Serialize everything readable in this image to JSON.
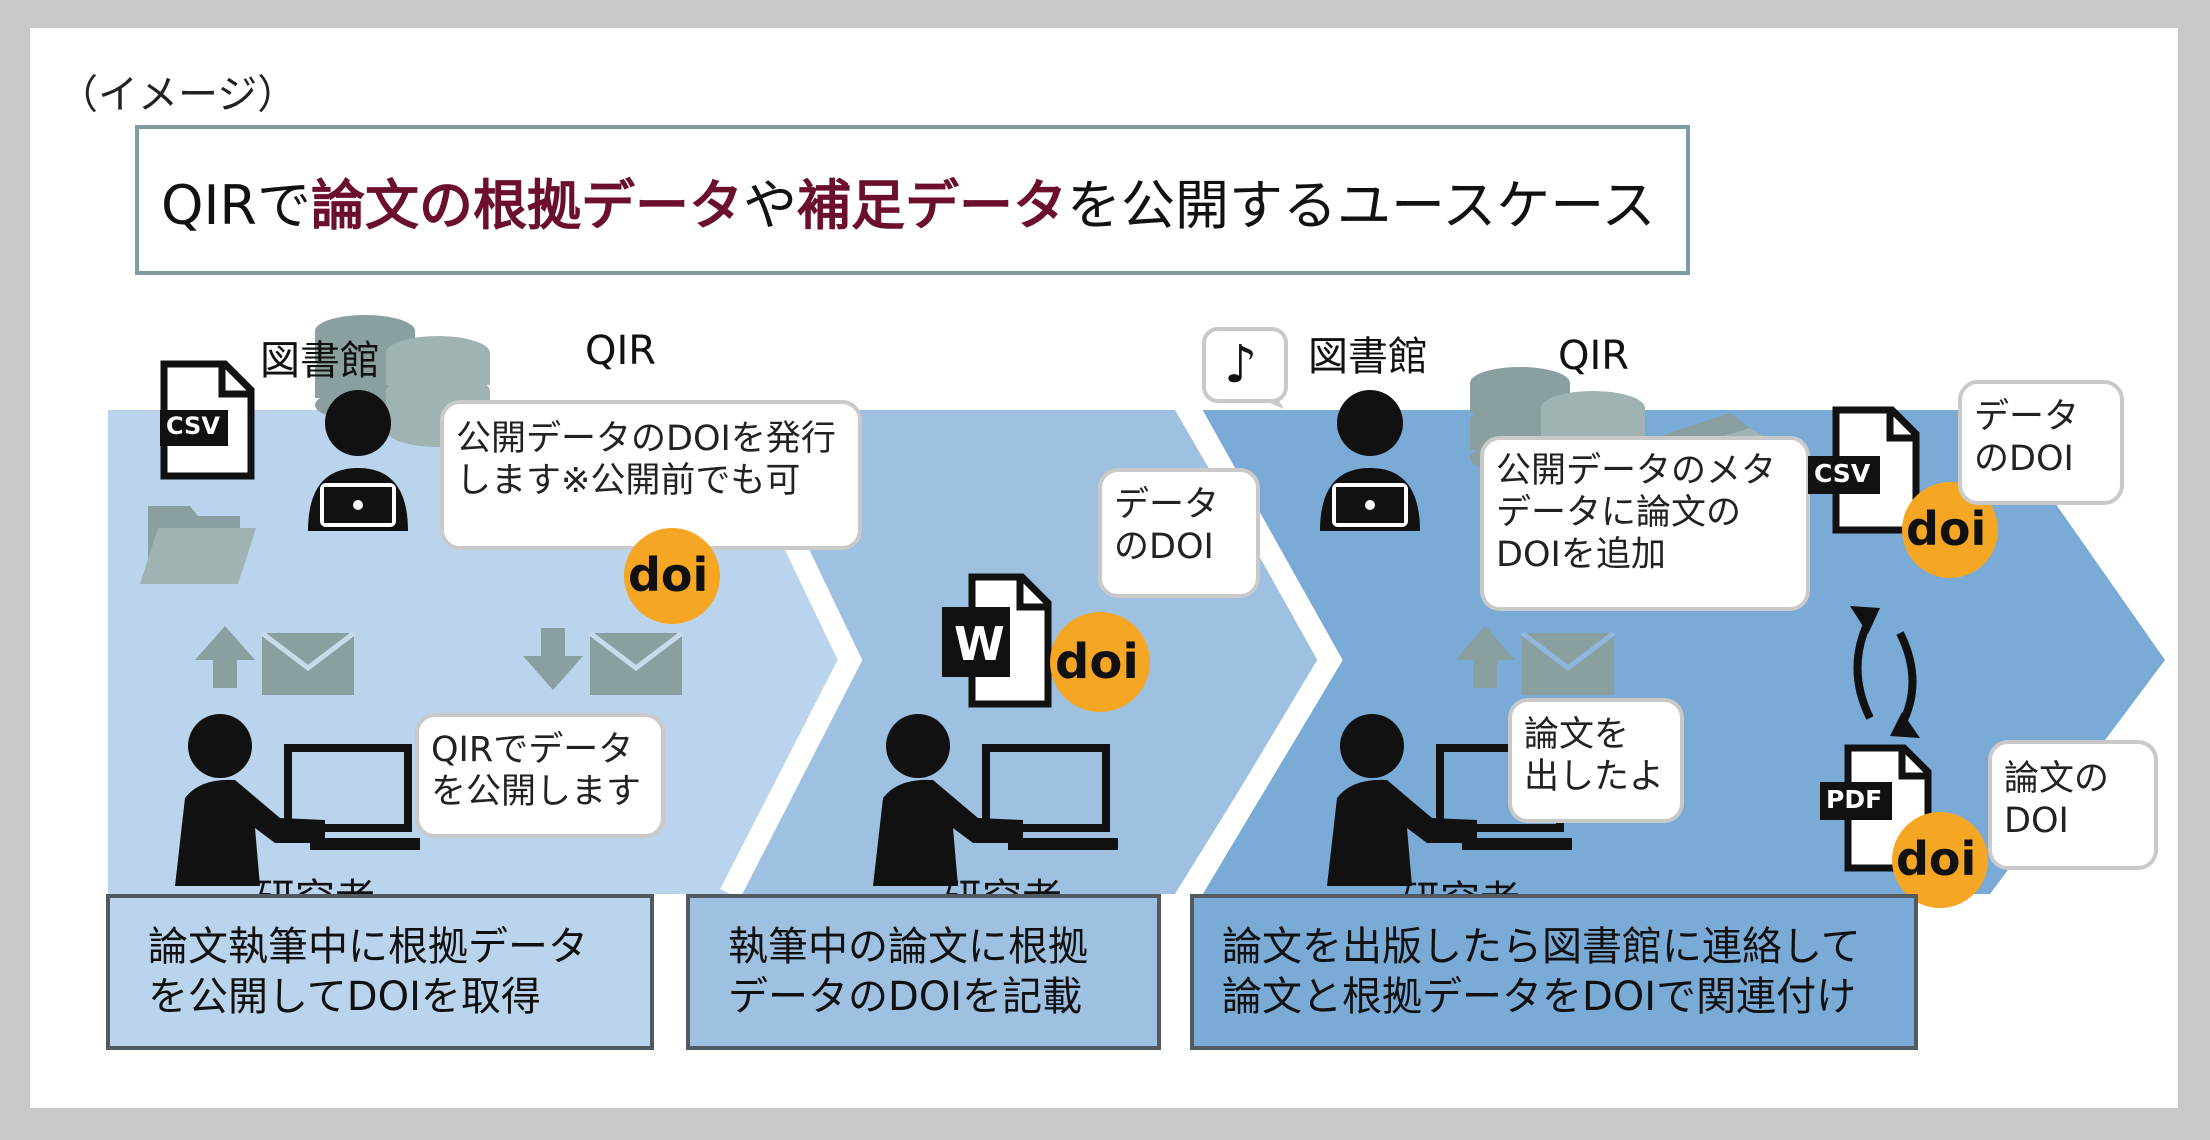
{
  "caption": "（イメージ）",
  "title": {
    "p1": "QIRで",
    "em1": "論文の根拠データ",
    "p2": "や",
    "em2": "補足データ",
    "p3": "を公開するユースケース"
  },
  "step1": {
    "library_label": "図書館",
    "qir_label": "QIR",
    "csv_label": "CSV",
    "library_bubble": "公開データのDOIを発行\nします※公開前でも可",
    "doi_label": "doi",
    "researcher_bubble": "QIRでデータ\nを公開します",
    "researcher_label": "研究者",
    "box": "論文執筆中に根拠データ\nを公開してDOIを取得"
  },
  "step2": {
    "bubble": "データ\nのDOI",
    "word_label": "W",
    "doi_label": "doi",
    "researcher_label": "研究者",
    "box": "執筆中の論文に根拠\nデータのDOIを記載"
  },
  "step3": {
    "library_label": "図書館",
    "qir_label": "QIR",
    "library_bubble": "公開データのメタ\nデータに論文の\nDOIを追加",
    "csv_label": "CSV",
    "csv_bubble": "データ\nのDOI",
    "pdf_label": "PDF",
    "pdf_bubble": "論文の\nDOI",
    "doi_label": "doi",
    "researcher_bubble": "論文を\n出したよ",
    "researcher_label": "研究者",
    "box": "論文を出版したら図書館に連絡して\n論文と根拠データをDOIで関連付け"
  },
  "colors": {
    "band1": "#b9d4ec",
    "band2": "#9ec1e1",
    "band3": "#7aaad6",
    "doi": "#f5a623",
    "title_accent": "#6b0f2a",
    "icon_gray": "#8aa0a0"
  }
}
